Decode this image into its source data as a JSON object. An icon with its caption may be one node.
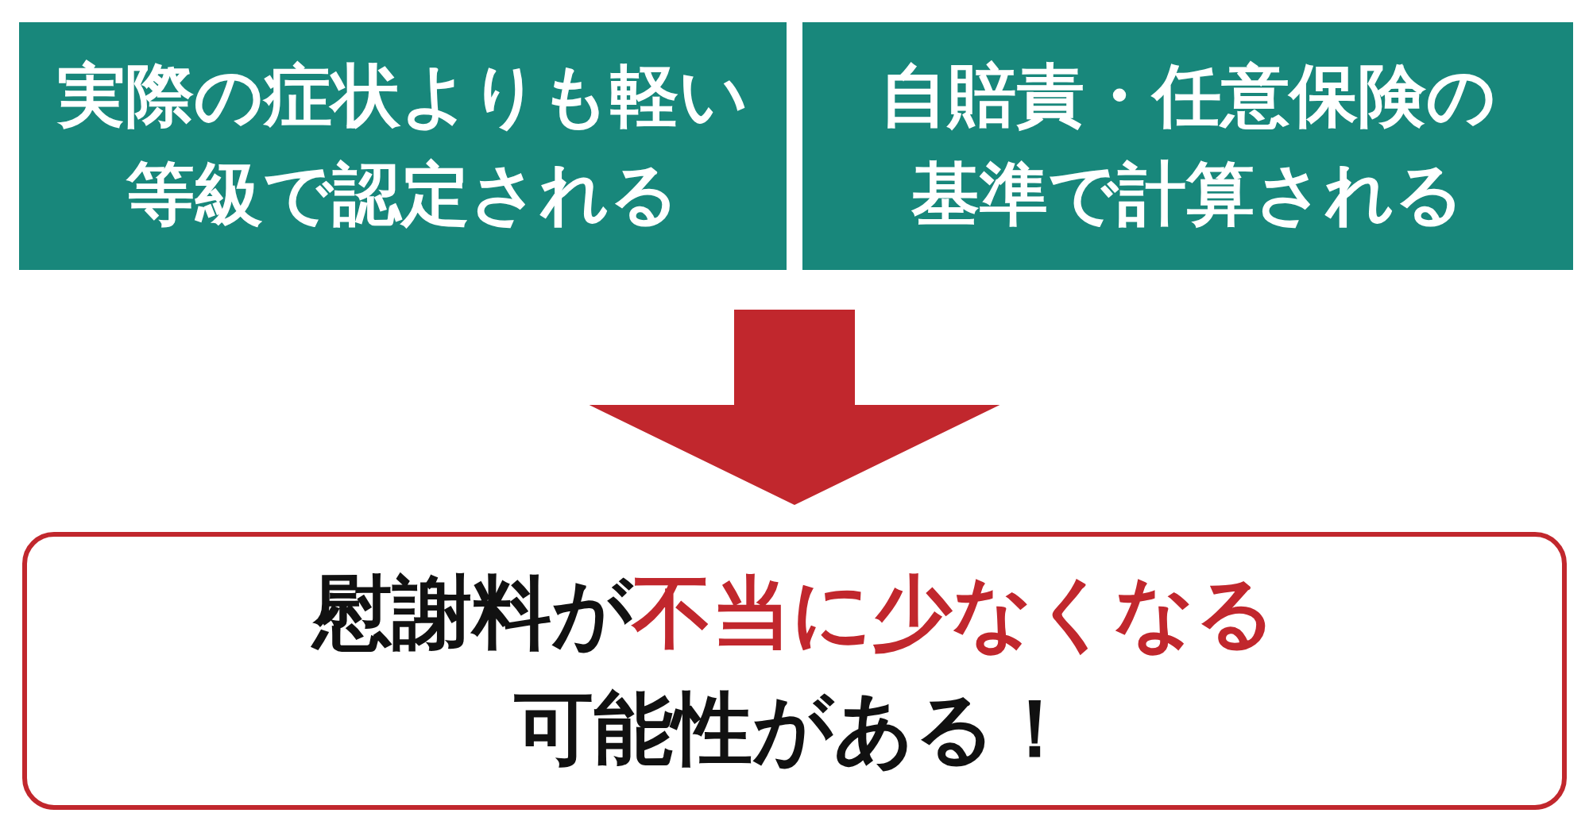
{
  "diagram": {
    "nodes": [
      {
        "text": [
          "実際の症状よりも軽い等級で認定される"
        ]
      },
      {
        "text": [
          "自賠責・任意保険の基準で計算される"
        ]
      },
      {
        "text": [
          "慰謝料が**不当に少なくなる**可能性がある！"
        ]
      }
    ],
    "edges": [
      {
        "from": 0,
        "to": 2,
        "arrow": "to",
        "style": "thick",
        "color": "#c1272d"
      },
      {
        "from": 1,
        "to": 2,
        "arrow": "to",
        "style": "thick",
        "color": "#c1272d"
      }
    ]
  }
}
